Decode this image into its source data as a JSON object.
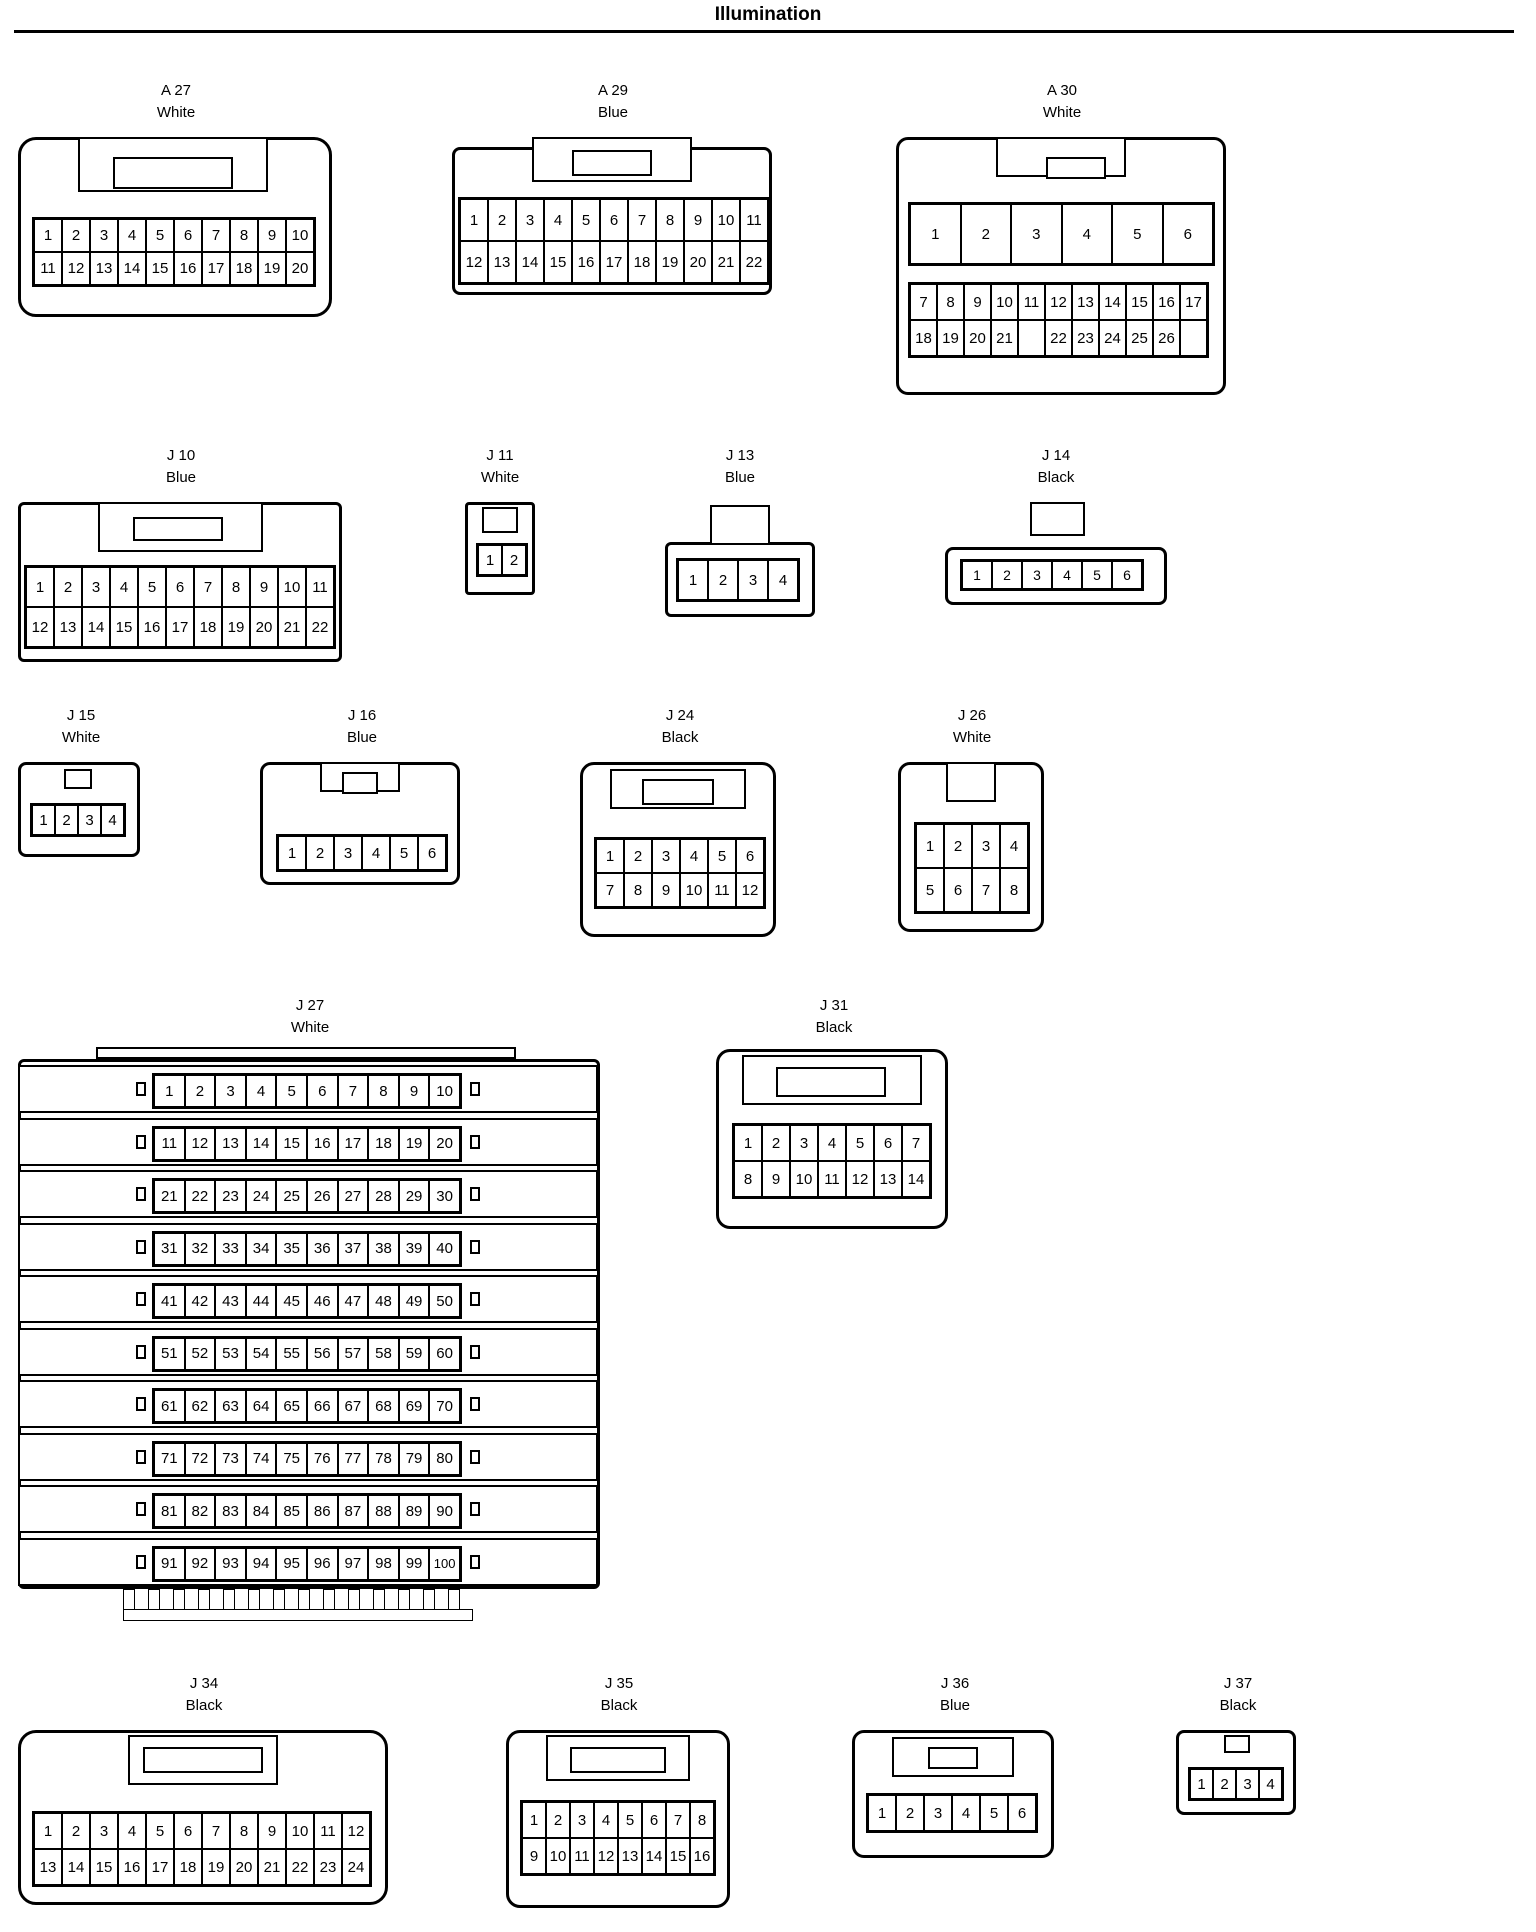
{
  "title": "Illumination",
  "connectors": {
    "A27": {
      "name": "A 27",
      "color": "White",
      "rows": [
        [
          1,
          2,
          3,
          4,
          5,
          6,
          7,
          8,
          9,
          10
        ],
        [
          11,
          12,
          13,
          14,
          15,
          16,
          17,
          18,
          19,
          20
        ]
      ]
    },
    "A29": {
      "name": "A 29",
      "color": "Blue",
      "rows": [
        [
          1,
          2,
          3,
          4,
          5,
          6,
          7,
          8,
          9,
          10,
          11
        ],
        [
          12,
          13,
          14,
          15,
          16,
          17,
          18,
          19,
          20,
          21,
          22
        ]
      ]
    },
    "A30": {
      "name": "A 30",
      "color": "White",
      "top": [
        1,
        2,
        3,
        4,
        5,
        6
      ],
      "rows": [
        [
          7,
          8,
          9,
          10,
          11,
          12,
          13,
          14,
          15,
          16,
          17
        ],
        [
          18,
          19,
          20,
          21,
          "",
          22,
          23,
          24,
          25,
          26
        ]
      ]
    },
    "J10": {
      "name": "J 10",
      "color": "Blue",
      "rows": [
        [
          1,
          2,
          3,
          4,
          5,
          6,
          7,
          8,
          9,
          10,
          11
        ],
        [
          12,
          13,
          14,
          15,
          16,
          17,
          18,
          19,
          20,
          21,
          22
        ]
      ]
    },
    "J11": {
      "name": "J 11",
      "color": "White",
      "rows": [
        [
          1,
          2
        ]
      ]
    },
    "J13": {
      "name": "J 13",
      "color": "Blue",
      "rows": [
        [
          1,
          2,
          3,
          4
        ]
      ]
    },
    "J14": {
      "name": "J 14",
      "color": "Black",
      "rows": [
        [
          1,
          2,
          3,
          4,
          5,
          6
        ]
      ]
    },
    "J15": {
      "name": "J 15",
      "color": "White",
      "rows": [
        [
          1,
          2,
          3,
          4
        ]
      ]
    },
    "J16": {
      "name": "J 16",
      "color": "Blue",
      "rows": [
        [
          1,
          2,
          3,
          4,
          5,
          6
        ]
      ]
    },
    "J24": {
      "name": "J 24",
      "color": "Black",
      "rows": [
        [
          1,
          2,
          3,
          4,
          5,
          6
        ],
        [
          7,
          8,
          9,
          10,
          11,
          12
        ]
      ]
    },
    "J26": {
      "name": "J 26",
      "color": "White",
      "rows": [
        [
          1,
          2,
          3,
          4
        ],
        [
          5,
          6,
          7,
          8
        ]
      ]
    },
    "J27": {
      "name": "J 27",
      "color": "White",
      "rows": [
        [
          1,
          2,
          3,
          4,
          5,
          6,
          7,
          8,
          9,
          10
        ],
        [
          11,
          12,
          13,
          14,
          15,
          16,
          17,
          18,
          19,
          20
        ],
        [
          21,
          22,
          23,
          24,
          25,
          26,
          27,
          28,
          29,
          30
        ],
        [
          31,
          32,
          33,
          34,
          35,
          36,
          37,
          38,
          39,
          40
        ],
        [
          41,
          42,
          43,
          44,
          45,
          46,
          47,
          48,
          49,
          50
        ],
        [
          51,
          52,
          53,
          54,
          55,
          56,
          57,
          58,
          59,
          60
        ],
        [
          61,
          62,
          63,
          64,
          65,
          66,
          67,
          68,
          69,
          70
        ],
        [
          71,
          72,
          73,
          74,
          75,
          76,
          77,
          78,
          79,
          80
        ],
        [
          81,
          82,
          83,
          84,
          85,
          86,
          87,
          88,
          89,
          90
        ],
        [
          91,
          92,
          93,
          94,
          95,
          96,
          97,
          98,
          99,
          100
        ]
      ]
    },
    "J31": {
      "name": "J 31",
      "color": "Black",
      "rows": [
        [
          1,
          2,
          3,
          4,
          5,
          6,
          7
        ],
        [
          8,
          9,
          10,
          11,
          12,
          13,
          14
        ]
      ]
    },
    "J34": {
      "name": "J 34",
      "color": "Black",
      "rows": [
        [
          1,
          2,
          3,
          4,
          5,
          6,
          7,
          8,
          9,
          10,
          11,
          12
        ],
        [
          13,
          14,
          15,
          16,
          17,
          18,
          19,
          20,
          21,
          22,
          23,
          24
        ]
      ]
    },
    "J35": {
      "name": "J 35",
      "color": "Black",
      "rows": [
        [
          1,
          2,
          3,
          4,
          5,
          6,
          7,
          8
        ],
        [
          9,
          10,
          11,
          12,
          13,
          14,
          15,
          16
        ]
      ]
    },
    "J36": {
      "name": "J 36",
      "color": "Blue",
      "rows": [
        [
          1,
          2,
          3,
          4,
          5,
          6
        ]
      ]
    },
    "J37": {
      "name": "J 37",
      "color": "Black",
      "rows": [
        [
          1,
          2,
          3,
          4
        ]
      ]
    }
  }
}
